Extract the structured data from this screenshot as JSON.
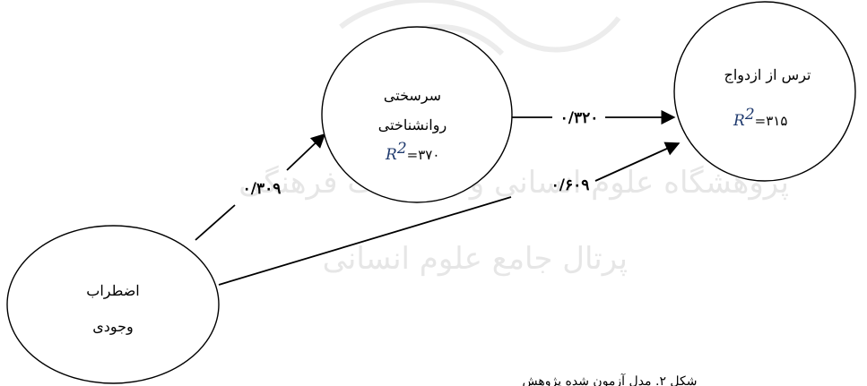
{
  "nodes": {
    "existential_anxiety": {
      "line1": "اضطراب",
      "line2": "وجودی"
    },
    "psychological_hardiness": {
      "line1": "سرسختی",
      "line2": "روانشناختی",
      "r2_symbol": "R",
      "r2_exp": "2",
      "r2_value": "=۳۷۰"
    },
    "fear_of_marriage": {
      "line1": "ترس از ازدواج",
      "r2_symbol": "R",
      "r2_exp": "2",
      "r2_value": "=۳۱۵"
    }
  },
  "paths": {
    "anxiety_to_hardiness": "۰/۳۰۹",
    "hardiness_to_fear": "۰/۳۲۰",
    "anxiety_to_fear": "۰/۶۰۹"
  },
  "caption": "شکل ۲. مدل آزمون شده پژوهش",
  "watermark": [
    "پژوهشگاه علوم انسانی و مطالعات فرهنگی",
    "پرتال جامع علوم انسانی"
  ]
}
